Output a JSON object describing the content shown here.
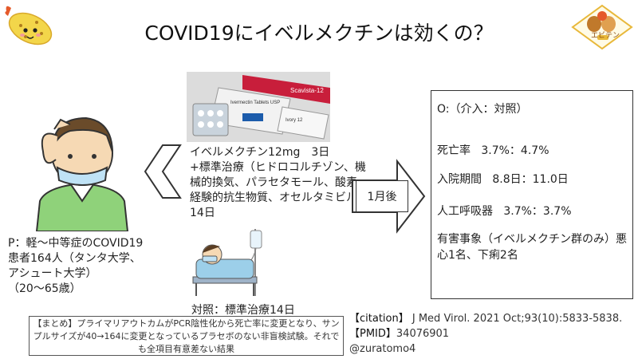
{
  "title": "COVID19にイベルメクチンは効くの？",
  "logo": {
    "text": "エビテン"
  },
  "patients": {
    "text": "P：軽～中等症のCOVID19\n患者164人（タンタ大学、\nアシュート大学）\n（20～65歳）"
  },
  "intervention": {
    "text": "イベルメクチン12mg　3日\n+標準治療（ヒドロコルチゾン、機械的換気、パラセタモール、酸素、経験的抗生物質、オセルタミビル）14日",
    "package_texts": [
      "Scavista-12",
      "Ivermectin Tablets USP",
      "Ivory 12"
    ]
  },
  "control": {
    "text": "対照：標準治療14日"
  },
  "followup": {
    "label": "1月後"
  },
  "outcomes": {
    "title": "O:（介入：対照）",
    "rows": [
      {
        "label": "死亡率",
        "value": "3.7%：4.7%"
      },
      {
        "label": "入院期間",
        "value": "8.8日：11.0日"
      },
      {
        "label": "人工呼吸器",
        "value": "3.7%：3.7%"
      }
    ],
    "adverse": "有害事象（イベルメクチン群のみ）悪心1名、下痢2名"
  },
  "summary": {
    "text": "【まとめ】プライマリアウトカムがPCR陰性化から死亡率に変更となり、サンプルサイズが40→164に変更となっているプラセボのない非盲検試験。それでも全項目有意差ない結果"
  },
  "citation": {
    "label": "【citation】",
    "journal": "J Med Virol. 2021 Oct;93(10):5833-5838.",
    "pmid_label": "【PMID】",
    "pmid": "34076901",
    "handle": "@zuratomo4"
  }
}
